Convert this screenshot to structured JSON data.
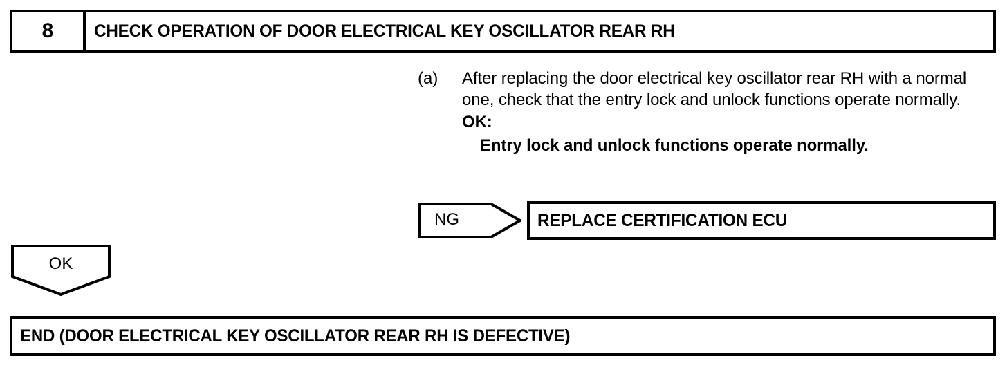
{
  "step_header": {
    "number": "8",
    "title": "CHECK OPERATION OF DOOR ELECTRICAL KEY OSCILLATOR REAR RH"
  },
  "procedure": {
    "items": [
      {
        "marker": "(a)",
        "text": "After replacing the door electrical key oscillator rear RH with a normal one, check that the entry lock and unlock functions operate normally.",
        "ok_label": "OK:",
        "ok_value": "Entry lock and unlock functions operate normally."
      }
    ]
  },
  "ng_branch": {
    "connector_label": "NG",
    "result_label": "REPLACE CERTIFICATION ECU"
  },
  "ok_branch": {
    "connector_label": "OK"
  },
  "end_box": {
    "label": "END (DOOR ELECTRICAL KEY OSCILLATOR REAR RH IS DEFECTIVE)"
  },
  "colors": {
    "ink": "#000000",
    "paper": "#ffffff"
  }
}
